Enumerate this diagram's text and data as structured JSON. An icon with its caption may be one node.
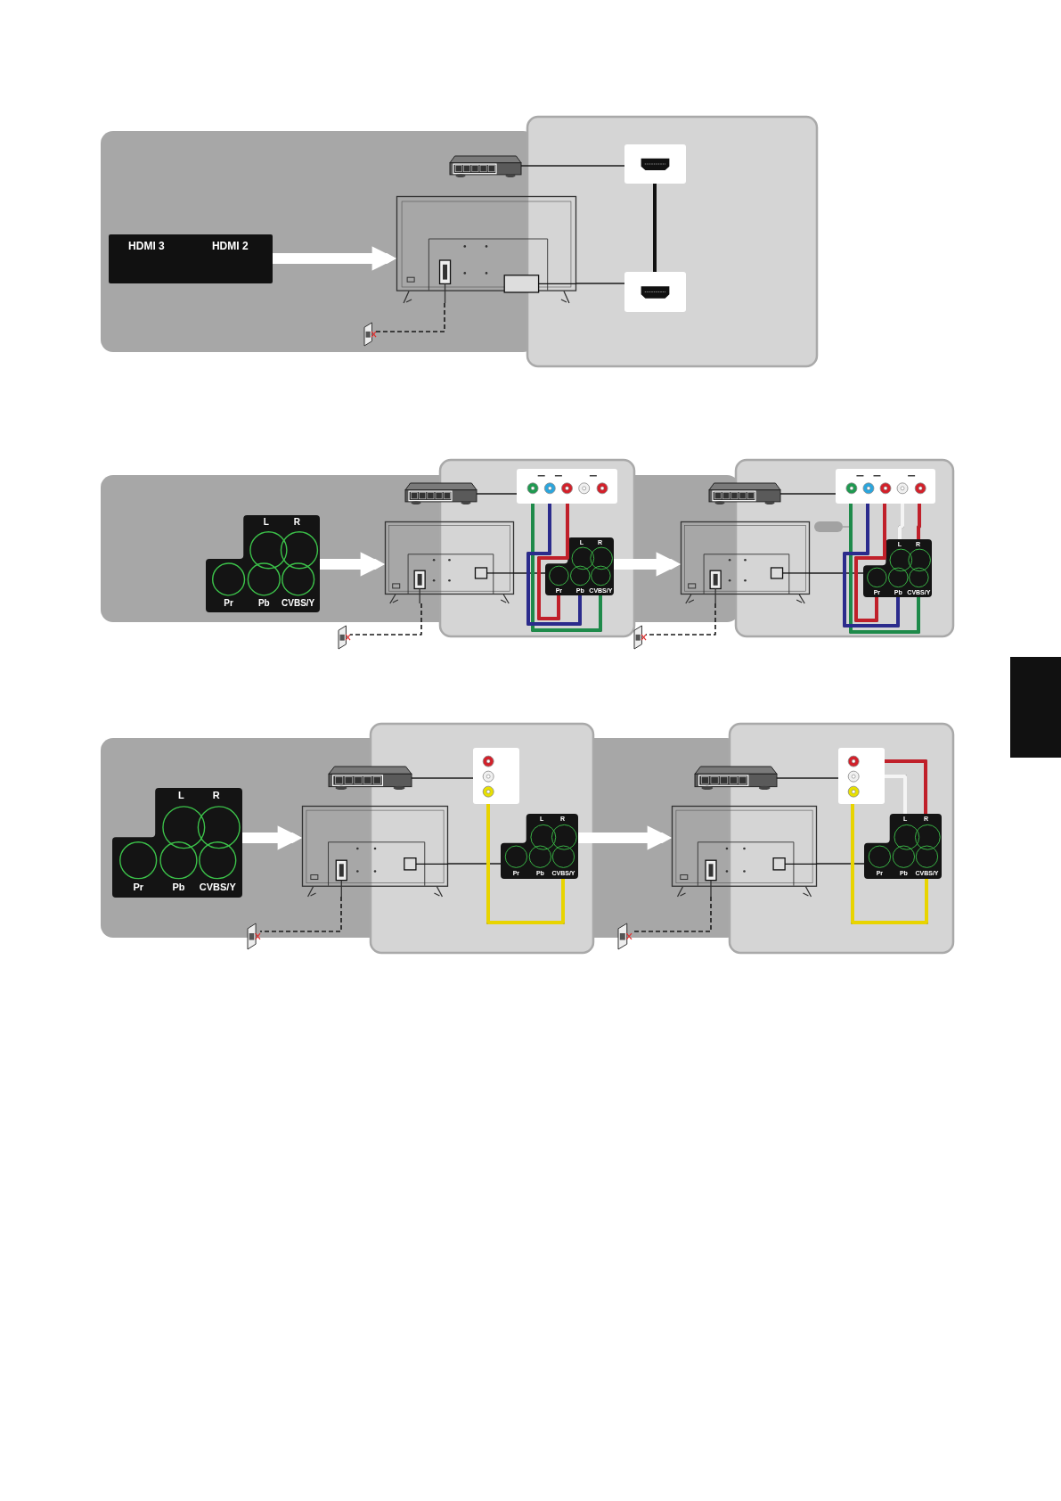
{
  "diagram": {
    "nodes": [
      {
        "text": [
          "HDMI 3",
          "HDMI 2"
        ]
      },
      {
        "text": [],
        "shape": "picture"
      },
      {
        "text": [],
        "shape": "picture"
      },
      {
        "text": [],
        "shape": "box"
      },
      {
        "text": [],
        "shape": "box"
      },
      {
        "text": [],
        "shape": "picture"
      },
      {
        "text": [
          "L",
          "R",
          "Pr",
          "Pb",
          "CVBS/Y"
        ]
      },
      {
        "text": [],
        "shape": "picture"
      },
      {
        "text": [],
        "shape": "picture"
      },
      {
        "text": [],
        "shape": "box"
      },
      {
        "text": [
          "L",
          "R",
          "Pr",
          "Pb",
          "CVBS/Y"
        ]
      },
      {
        "text": [],
        "shape": "picture"
      },
      {
        "text": [],
        "shape": "picture"
      },
      {
        "text": [],
        "shape": "picture"
      },
      {
        "text": [],
        "shape": "box"
      },
      {
        "text": [
          "L",
          "R",
          "Pr",
          "Pb",
          "CVBS/Y"
        ]
      },
      {
        "text": [],
        "shape": "picture"
      },
      {
        "text": [],
        "shape": "bar"
      },
      {
        "text": [
          "L",
          "R",
          "Pr",
          "Pb",
          "CVBS/Y"
        ]
      },
      {
        "text": [],
        "shape": "picture"
      },
      {
        "text": [],
        "shape": "picture"
      },
      {
        "text": [],
        "shape": "box"
      },
      {
        "text": [
          "L",
          "R",
          "Pr",
          "Pb",
          "CVBS/Y"
        ]
      },
      {
        "text": [],
        "shape": "picture"
      },
      {
        "text": [],
        "shape": "picture"
      },
      {
        "text": [],
        "shape": "picture"
      },
      {
        "text": [],
        "shape": "box"
      },
      {
        "text": [
          "L",
          "R",
          "Pr",
          "Pb",
          "CVBS/Y"
        ]
      },
      {
        "text": [],
        "shape": "picture"
      },
      {
        "text": [],
        "shape": "box"
      }
    ],
    "edges": [
      {
        "from": 0,
        "to": 2,
        "arrow": "to",
        "style": "thick",
        "color": "#ffffff"
      },
      {
        "from": 1,
        "to": 3,
        "arrow": "none"
      },
      {
        "from": 3,
        "to": 4,
        "arrow": "none",
        "color": "#111111"
      },
      {
        "from": 2,
        "to": 4,
        "arrow": "none"
      },
      {
        "from": 2,
        "to": 5,
        "arrow": "none",
        "style": "dashed"
      },
      {
        "from": 6,
        "to": 8,
        "arrow": "to",
        "style": "thick",
        "color": "#ffffff"
      },
      {
        "from": 7,
        "to": 9,
        "arrow": "none"
      },
      {
        "from": 8,
        "to": 10,
        "arrow": "none"
      },
      {
        "from": 9,
        "to": 10,
        "arrow": "none",
        "color": "#1e8a4a"
      },
      {
        "from": 9,
        "to": 10,
        "arrow": "none",
        "color": "#2b2b8c"
      },
      {
        "from": 9,
        "to": 10,
        "arrow": "none",
        "color": "#c0202a"
      },
      {
        "from": 8,
        "to": 11,
        "arrow": "none",
        "style": "dashed"
      },
      {
        "from": 10,
        "to": 13,
        "arrow": "to",
        "style": "thick",
        "color": "#ffffff"
      },
      {
        "from": 12,
        "to": 14,
        "arrow": "none"
      },
      {
        "from": 13,
        "to": 15,
        "arrow": "none"
      },
      {
        "from": 14,
        "to": 15,
        "arrow": "none",
        "color": "#1e8a4a"
      },
      {
        "from": 14,
        "to": 15,
        "arrow": "none",
        "color": "#2b2b8c"
      },
      {
        "from": 14,
        "to": 15,
        "arrow": "none",
        "color": "#c0202a"
      },
      {
        "from": 14,
        "to": 15,
        "arrow": "none",
        "color": "#f4f4f4"
      },
      {
        "from": 14,
        "to": 15,
        "arrow": "none",
        "color": "#c0202a"
      },
      {
        "from": 13,
        "to": 16,
        "arrow": "none",
        "style": "dashed"
      },
      {
        "from": 17,
        "to": null,
        "arrow": "none",
        "color": "#9a9a9a"
      },
      {
        "from": 18,
        "to": 20,
        "arrow": "to",
        "style": "thick",
        "color": "#ffffff"
      },
      {
        "from": 19,
        "to": 21,
        "arrow": "none"
      },
      {
        "from": 20,
        "to": 22,
        "arrow": "none"
      },
      {
        "from": 21,
        "to": 22,
        "arrow": "none",
        "color": "#e8d400"
      },
      {
        "from": 20,
        "to": 23,
        "arrow": "none",
        "style": "dashed"
      },
      {
        "from": 22,
        "to": 25,
        "arrow": "to",
        "style": "thick",
        "color": "#ffffff"
      },
      {
        "from": 24,
        "to": 26,
        "arrow": "none"
      },
      {
        "from": 25,
        "to": 27,
        "arrow": "none"
      },
      {
        "from": 26,
        "to": 27,
        "arrow": "none",
        "color": "#e8d400"
      },
      {
        "from": 26,
        "to": 27,
        "arrow": "none",
        "color": "#f4f4f4"
      },
      {
        "from": 26,
        "to": 27,
        "arrow": "none",
        "color": "#c0202a"
      },
      {
        "from": 25,
        "to": 28,
        "arrow": "none",
        "style": "dashed"
      }
    ]
  }
}
